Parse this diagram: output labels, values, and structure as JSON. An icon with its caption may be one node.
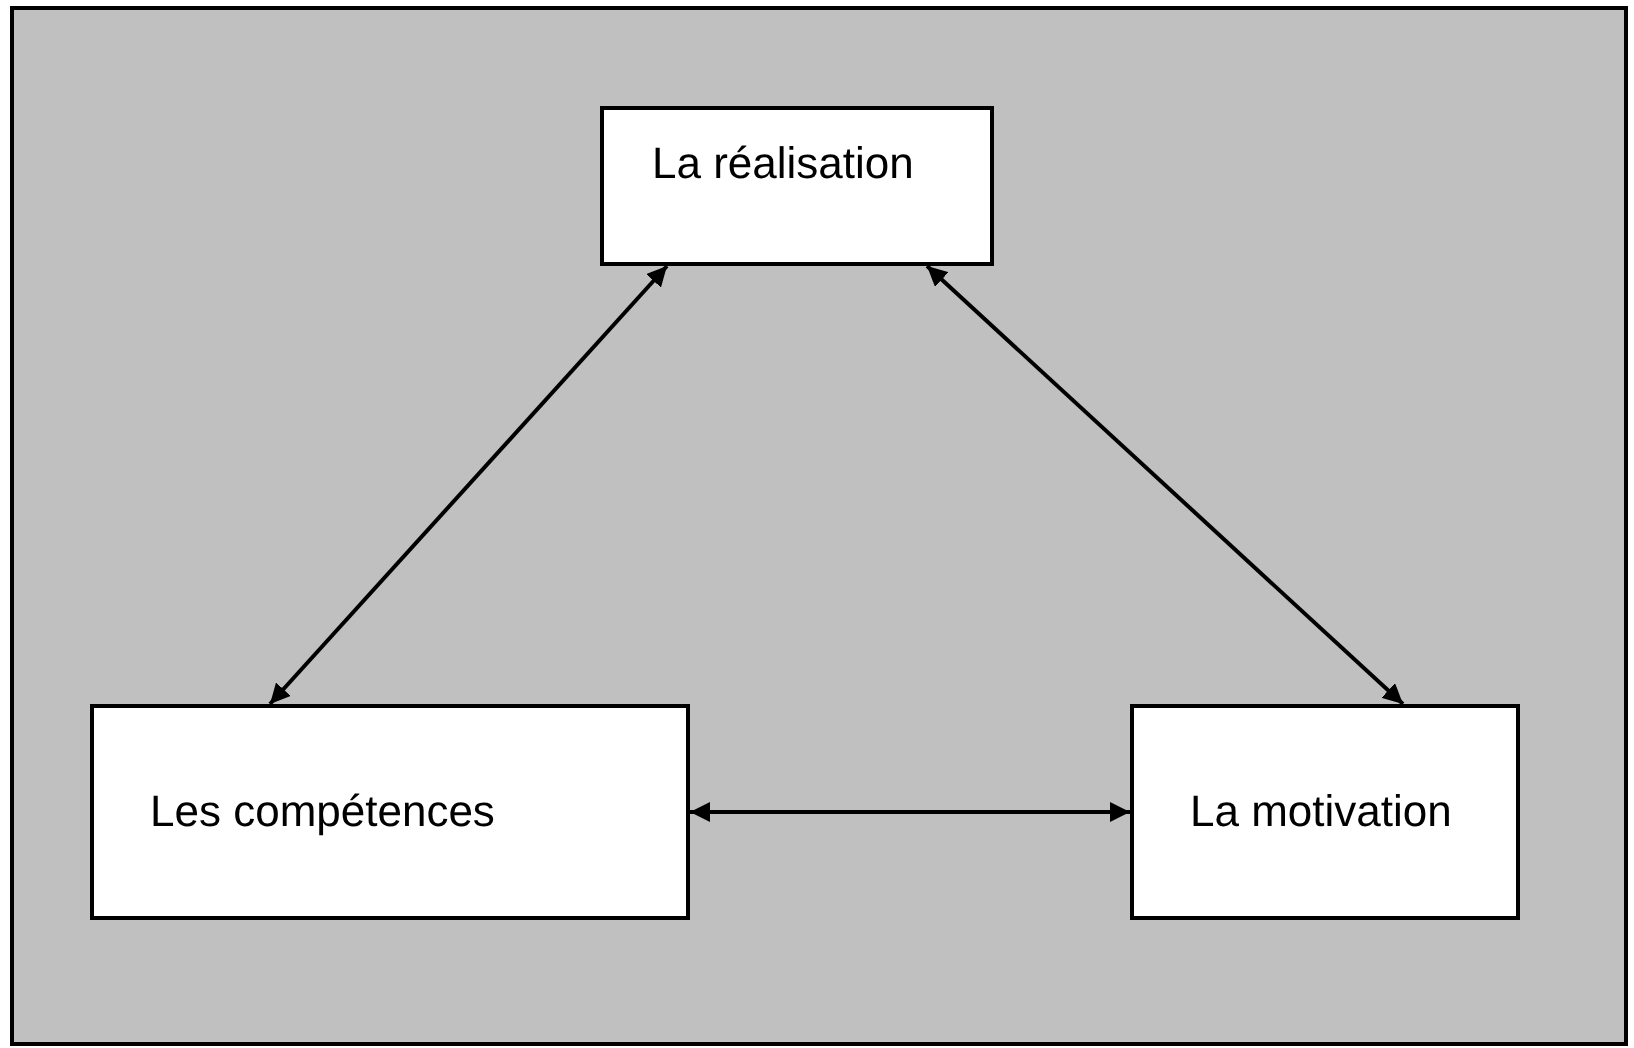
{
  "diagram": {
    "nodes": [
      {
        "text": [
          "La réalisation"
        ]
      },
      {
        "text": [
          "Les compétences"
        ]
      },
      {
        "text": [
          "La motivation"
        ]
      }
    ],
    "edges": [
      {
        "from": 0,
        "to": 1,
        "arrow": "both"
      },
      {
        "from": 0,
        "to": 2,
        "arrow": "both"
      },
      {
        "from": 1,
        "to": 2,
        "arrow": "both"
      }
    ]
  }
}
